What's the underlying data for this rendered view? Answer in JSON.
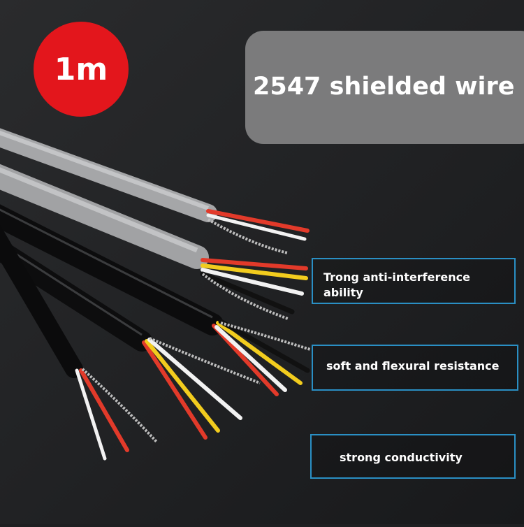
{
  "badge": {
    "text": "1m",
    "color": "#e3161c"
  },
  "title": {
    "text": "2547 shielded wire"
  },
  "features": [
    {
      "text": "Trong anti-interference ability"
    },
    {
      "text": "soft and flexural resistance"
    },
    {
      "text": "strong conductivity"
    }
  ],
  "colors": {
    "accent_border": "#2a8fc4",
    "background": "#1e1f21",
    "title_panel": "#7b7b7c"
  }
}
